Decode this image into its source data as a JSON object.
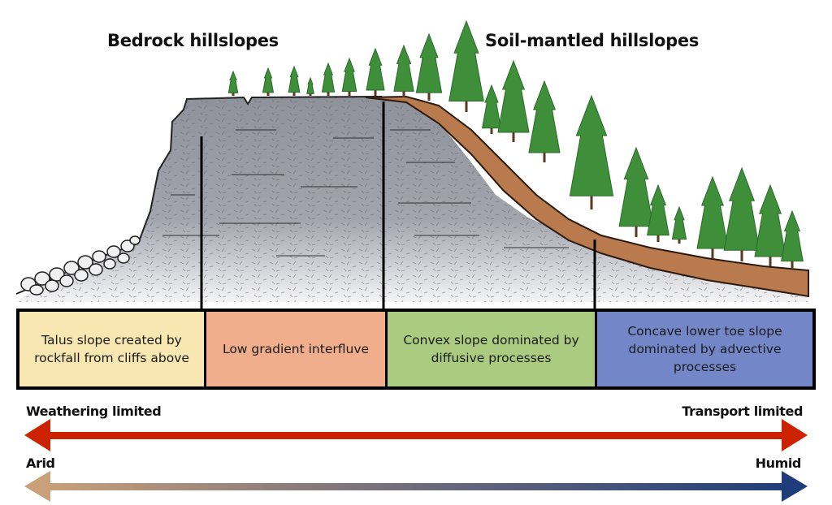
{
  "titles": {
    "left": "Bedrock hillslopes",
    "right": "Soil-mantled hillslopes"
  },
  "zones": [
    {
      "label": "Talus slope created by rockfall from cliffs above",
      "color": "#f8e7b0"
    },
    {
      "label": "Low gradient interfluve",
      "color": "#f0ae8c"
    },
    {
      "label": "Convex slope dominated by diffusive processes",
      "color": "#abcb80"
    },
    {
      "label": "Concave lower toe slope dominated by advective processes",
      "color": "#7387c8"
    }
  ],
  "axes": {
    "regime": {
      "left": "Weathering limited",
      "right": "Transport limited",
      "color": "#cc2200"
    },
    "climate": {
      "left": "Arid",
      "right": "Humid",
      "color_left": "#c9a07a",
      "color_right": "#1f3d7a"
    }
  },
  "colors": {
    "bedrock": "#9a9ca6",
    "soil": "#b97a4e",
    "tree": "#3f8f3a"
  }
}
